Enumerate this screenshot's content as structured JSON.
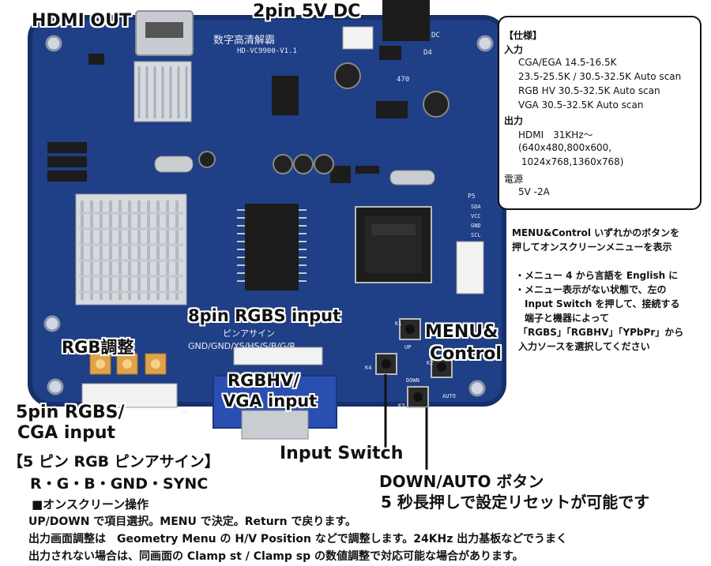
{
  "board": {
    "chinese_title": "数字高清解霸",
    "model": "HD-VC9900-V1.1",
    "silk_pinout": "ピンアサイン",
    "silk_pins": "GND/GND/YS/HS/S/B/G/R",
    "silk_up": "UP",
    "silk_down": "DOWN",
    "silk_auto": "AUTO",
    "silk_dc": "DC",
    "silk_hs": "HS",
    "silk_sda": "SDA",
    "silk_vcc": "VCC",
    "silk_gnd": "GND",
    "silk_scl": "SCL",
    "silk_p5": "P5",
    "silk_k4": "K4",
    "silk_k3": "K3",
    "silk_k2": "K2",
    "silk_k1": "K1",
    "silk_d4": "D4",
    "silk_cap470": "470"
  },
  "labels": {
    "hdmi_out": "HDMI OUT",
    "dc_2pin": "2pin 5V DC",
    "rgbs_8pin": "8pin RGBS input",
    "rgb_adjust": "RGB調整",
    "rgbhv_line1": "RGBHV/",
    "rgbhv_line2": "VGA input",
    "menu_line1": "MENU&",
    "menu_line2": "Control",
    "cga_line1": "5pin RGBS/",
    "cga_line2": "CGA input",
    "input_switch": "Input Switch",
    "pin_assign_title": "【5 ピン RGB ピンアサイン】",
    "pin_assign_pins": "R・G・B・GND・SYNC",
    "down_auto_line1": "DOWN/AUTO ボタン",
    "down_auto_line2": "5 秒長押しで設定リセットが可能です"
  },
  "spec": {
    "title": "【仕様】",
    "input_header": "入力",
    "inputs": [
      "CGA/EGA 14.5-16.5K",
      "23.5-25.5K / 30.5-32.5K  Auto scan",
      "RGB HV 30.5-32.5K Auto scan",
      "VGA 30.5-32.5K Auto scan"
    ],
    "output_header": "出力",
    "outputs": [
      "HDMI　31KHz～",
      "(640x480,800x600,",
      " 1024x768,1360x768)"
    ],
    "power_header": "電源",
    "power": "5V -2A"
  },
  "notes": {
    "menu_line1": "MENU&Control いずれかのボタンを",
    "menu_line2": "押してオンスクリーンメニューを表示",
    "bullet1": "・メニュー 4 から言語を English に",
    "bullet2_l1": "・メニュー表示がない状態で、左の",
    "bullet2_l2": "Input Switch を押して、接続する",
    "bullet2_l3": "端子と機器によって",
    "bullet2_l4": "「RGBS」「RGBHV」「YPbPr」から",
    "bullet2_l5": "入力ソースを選択してください"
  },
  "osd": {
    "title": "■オンスクリーン操作",
    "line1": "UP/DOWN で項目選択。MENU で決定。Return で戻ります。",
    "line2": "出力画面調整は　Geometry Menu の H/V Position などで調整します。24KHz 出力基板などでうまく",
    "line3": "出力されない場合は、同画面の Clamp st / Clamp sp の数値調整で対応可能な場合があります。"
  },
  "colors": {
    "pcb_blue": "#1f3f86",
    "pcb_dark": "#16306b",
    "heatsink": "#d6d9de",
    "chip": "#1c1c1c",
    "pot": "#e0a34a",
    "connector": "#f2f2f2",
    "vga_blue": "#2a4fb0"
  }
}
